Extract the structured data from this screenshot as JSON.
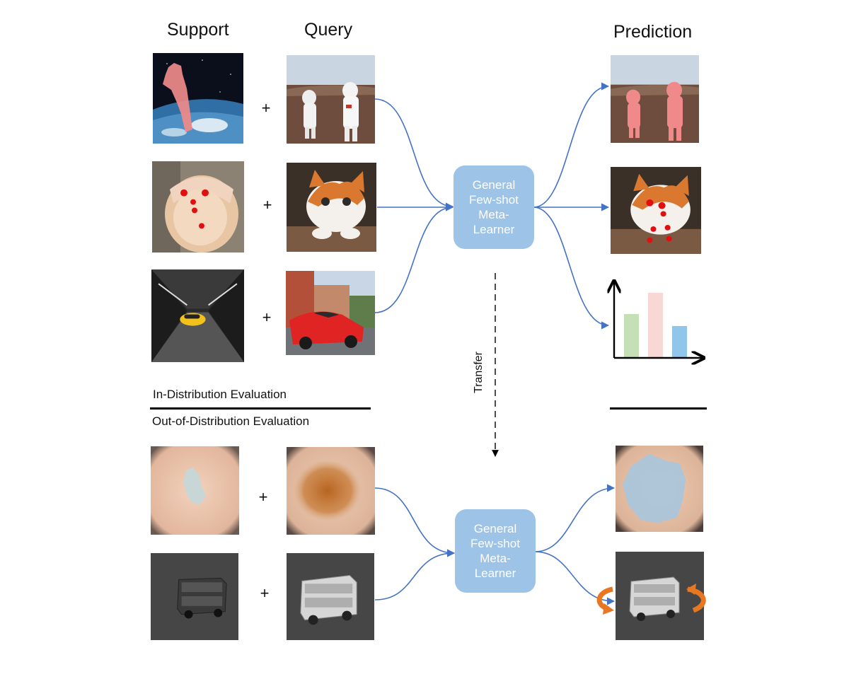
{
  "headers": {
    "support": "Support",
    "query": "Query",
    "prediction": "Prediction"
  },
  "plus": "+",
  "learner_label": "General\nFew-shot\nMeta-\nLearner",
  "eval": {
    "in": "In-Distribution  Evaluation",
    "out": "Out-of-Distribution  Evaluation"
  },
  "transfer": "Transfer",
  "thumbnails": [
    {
      "name": "support-astronaut-space-image"
    },
    {
      "name": "query-astronauts-image"
    },
    {
      "name": "prediction-astronauts-segmentation"
    },
    {
      "name": "support-cat-keypoints-image"
    },
    {
      "name": "query-cat-image"
    },
    {
      "name": "prediction-cat-keypoints"
    },
    {
      "name": "support-car-tunnel-image"
    },
    {
      "name": "query-red-car-image"
    },
    {
      "name": "support-skin-lesion-image"
    },
    {
      "name": "query-skin-lesion-image"
    },
    {
      "name": "prediction-skin-lesion-segmentation"
    },
    {
      "name": "support-bus-3d-image"
    },
    {
      "name": "query-bus-3d-image"
    },
    {
      "name": "prediction-bus-rotation"
    }
  ],
  "prediction_chart": {
    "type": "bar",
    "values": [
      0.62,
      0.92,
      0.45
    ],
    "colors": [
      "#c5e0b4",
      "#f8d7d4",
      "#8fc6ea"
    ]
  },
  "colors": {
    "arrow": "#4472c4",
    "learner": "#9dc3e6",
    "rotate_arrow": "#e87722"
  }
}
